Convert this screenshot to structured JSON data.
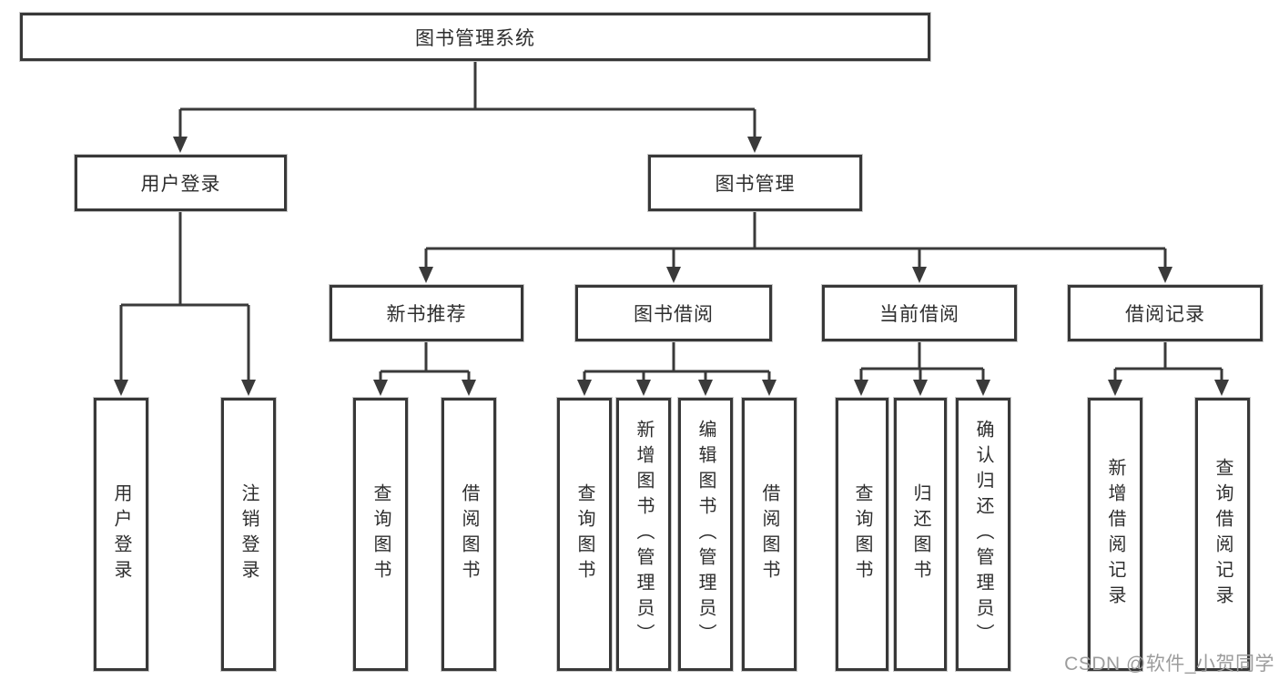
{
  "diagram": {
    "root": {
      "label": "图书管理系统"
    },
    "branches": {
      "user_login": {
        "label": "用户登录",
        "children": [
          "用户登录",
          "注销登录"
        ]
      },
      "book_mgmt": {
        "label": "图书管理"
      }
    },
    "modules": {
      "new_book": {
        "label": "新书推荐",
        "children": [
          "查询图书",
          "借阅图书"
        ]
      },
      "borrow": {
        "label": "图书借阅",
        "children": [
          "查询图书",
          "新增图书（管理员）",
          "编辑图书（管理员）",
          "借阅图书"
        ]
      },
      "current": {
        "label": "当前借阅",
        "children": [
          "查询图书",
          "归还图书",
          "确认归还（管理员）"
        ]
      },
      "records": {
        "label": "借阅记录",
        "children": [
          "新增借阅记录",
          "查询借阅记录"
        ]
      }
    }
  },
  "watermark": {
    "text": "CSDN @软件_小贺同学"
  },
  "colors": {
    "line": "#3a3a3a",
    "box_border": "#383838",
    "box_fill": "#ffffff",
    "text": "#2e2e2e",
    "watermark": "#9c9c9c",
    "background": "#ffffff"
  }
}
